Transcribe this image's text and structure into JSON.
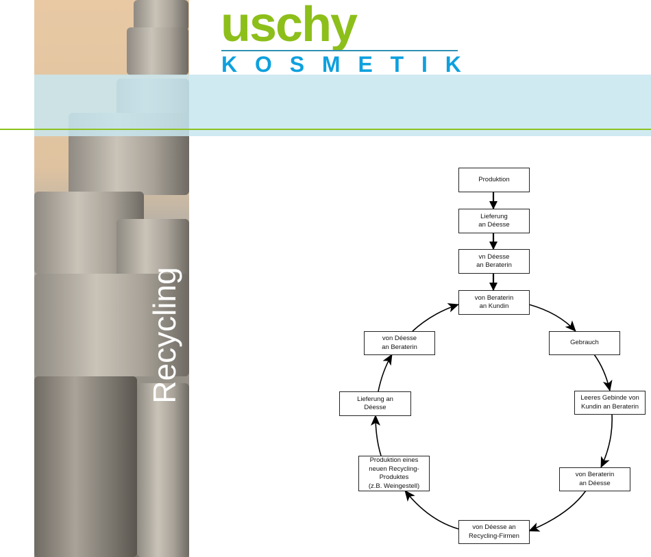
{
  "logo": {
    "main": "uschy",
    "sub": [
      "K",
      "O",
      "S",
      "M",
      "E",
      "T",
      "I",
      "K"
    ]
  },
  "sidebar": {
    "vertical_title": "Recycling"
  },
  "diagram": {
    "title": "Recycling cycle",
    "nodes": [
      {
        "id": "produktion",
        "label": "Produktion"
      },
      {
        "id": "lieferung-an-deesse-1",
        "label": "Lieferung\nan Déesse"
      },
      {
        "id": "vn-deesse-an-beraterin",
        "label": "vn Déesse\nan Beraterin"
      },
      {
        "id": "von-beraterin-an-kundin",
        "label": "von Beraterin\nan Kundin"
      },
      {
        "id": "gebrauch",
        "label": "Gebrauch"
      },
      {
        "id": "leeres-gebinde",
        "label": "Leeres Gebinde von\nKundin an Beraterin"
      },
      {
        "id": "von-beraterin-an-deesse",
        "label": "von Beraterin\nan Déesse"
      },
      {
        "id": "von-deesse-an-recycling-firmen",
        "label": "von Déesse an\nRecycling-Firmen"
      },
      {
        "id": "produktion-recycling-produkt",
        "label": "Produktion eines\nneuen Recycling-\nProduktes\n(z.B. Weingestell)"
      },
      {
        "id": "lieferung-an-deesse-2",
        "label": "Lieferung an\nDéesse"
      },
      {
        "id": "von-deesse-an-beraterin",
        "label": "von Déesse\nan Beraterin"
      }
    ]
  }
}
